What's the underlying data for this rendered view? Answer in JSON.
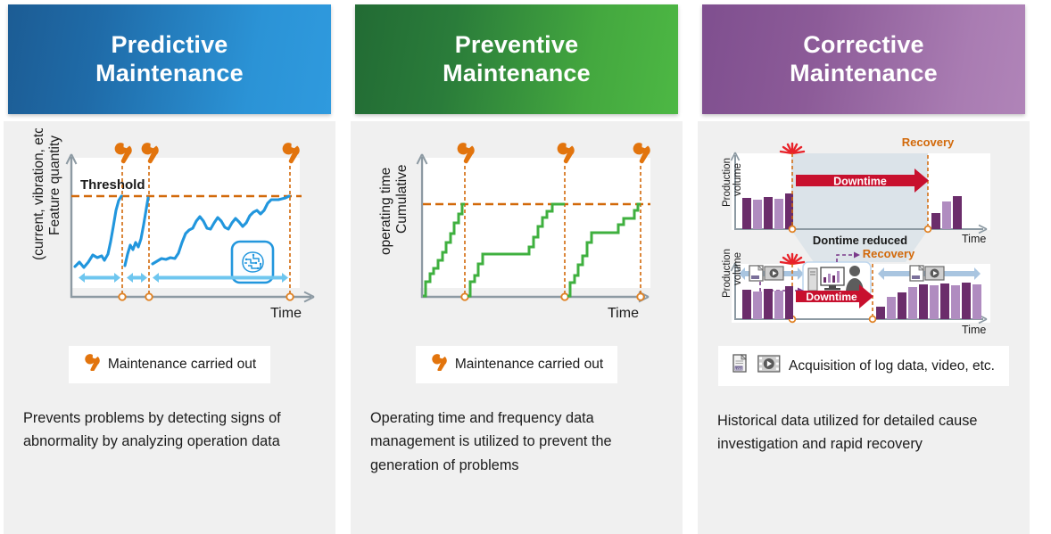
{
  "panels": [
    {
      "title": "Predictive\nMaintenance",
      "title_line1": "Predictive",
      "title_line2": "Maintenance",
      "header_color": "#1f6ba8",
      "legend_label": "Maintenance carried out",
      "legend_icon": "wrench-icon",
      "description": "Prevents problems by detecting signs of abnormality by analyzing operation data",
      "chart": {
        "y_axis_label_line1": "Feature quantity",
        "y_axis_label_line2": "(current, vibration, etc.)",
        "x_axis_label": "Time",
        "threshold_label": "Threshold",
        "threshold_color": "#d2690a",
        "series_color": "#2196dd",
        "ai_icon": "brain-circuit-icon",
        "maintenance_markers": 3
      }
    },
    {
      "title": "Preventive\nMaintenance",
      "title_line1": "Preventive",
      "title_line2": "Maintenance",
      "header_color": "#2a7c3a",
      "legend_label": "Maintenance carried out",
      "legend_icon": "wrench-icon",
      "description": "Operating time and frequency data management is utilized to prevent the generation of problems",
      "chart": {
        "y_axis_label_line1": "Cumulative",
        "y_axis_label_line2": "operating time",
        "x_axis_label": "Time",
        "threshold_color": "#d2690a",
        "series_color": "#3fb03f",
        "maintenance_markers": 3
      }
    },
    {
      "title": "Corrective\nMaintenance",
      "title_line1": "Corrective",
      "title_line2": "Maintenance",
      "header_color": "#8c5b98",
      "legend_label": "Acquisition of log data, video, etc.",
      "legend_icon_1": "log-document-icon",
      "legend_icon_2": "video-film-icon",
      "description": "Historical data utilized for detailed cause investigation and rapid recovery",
      "chart": {
        "top": {
          "y_axis_label_line1": "Production",
          "y_axis_label_line2": "volume",
          "x_axis_label": "Time",
          "downtime_label": "Downtime",
          "recovery_label": "Recovery",
          "bar_color_dark": "#6b2d6b",
          "bar_color_light": "#b08cc0",
          "downtime_color": "#c8102e",
          "recovery_color": "#d2690a"
        },
        "middle_note": "Dontime reduced",
        "bottom": {
          "y_axis_label_line1": "Production",
          "y_axis_label_line2": "volume",
          "x_axis_label": "Time",
          "downtime_label": "Downtime",
          "recovery_label": "Recovery",
          "analysis_icon": "analysis-workstation-icon",
          "data_icon": "log-video-icon"
        }
      }
    }
  ]
}
